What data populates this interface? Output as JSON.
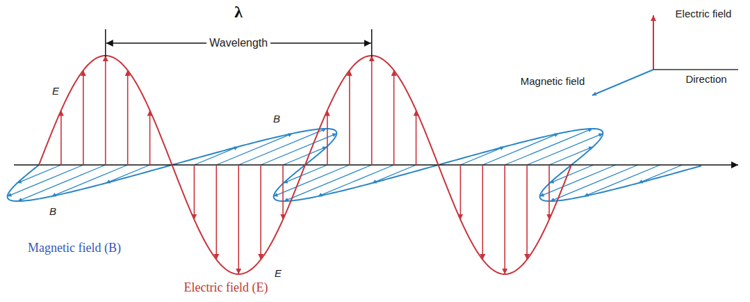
{
  "diagram": {
    "labels": [
      "λ",
      "Wavelength",
      "Electric field",
      "Magnetic field",
      "Direction",
      "E",
      "B",
      "B",
      "E",
      "Magnetic field (B)",
      "Electric field (E)"
    ]
  }
}
